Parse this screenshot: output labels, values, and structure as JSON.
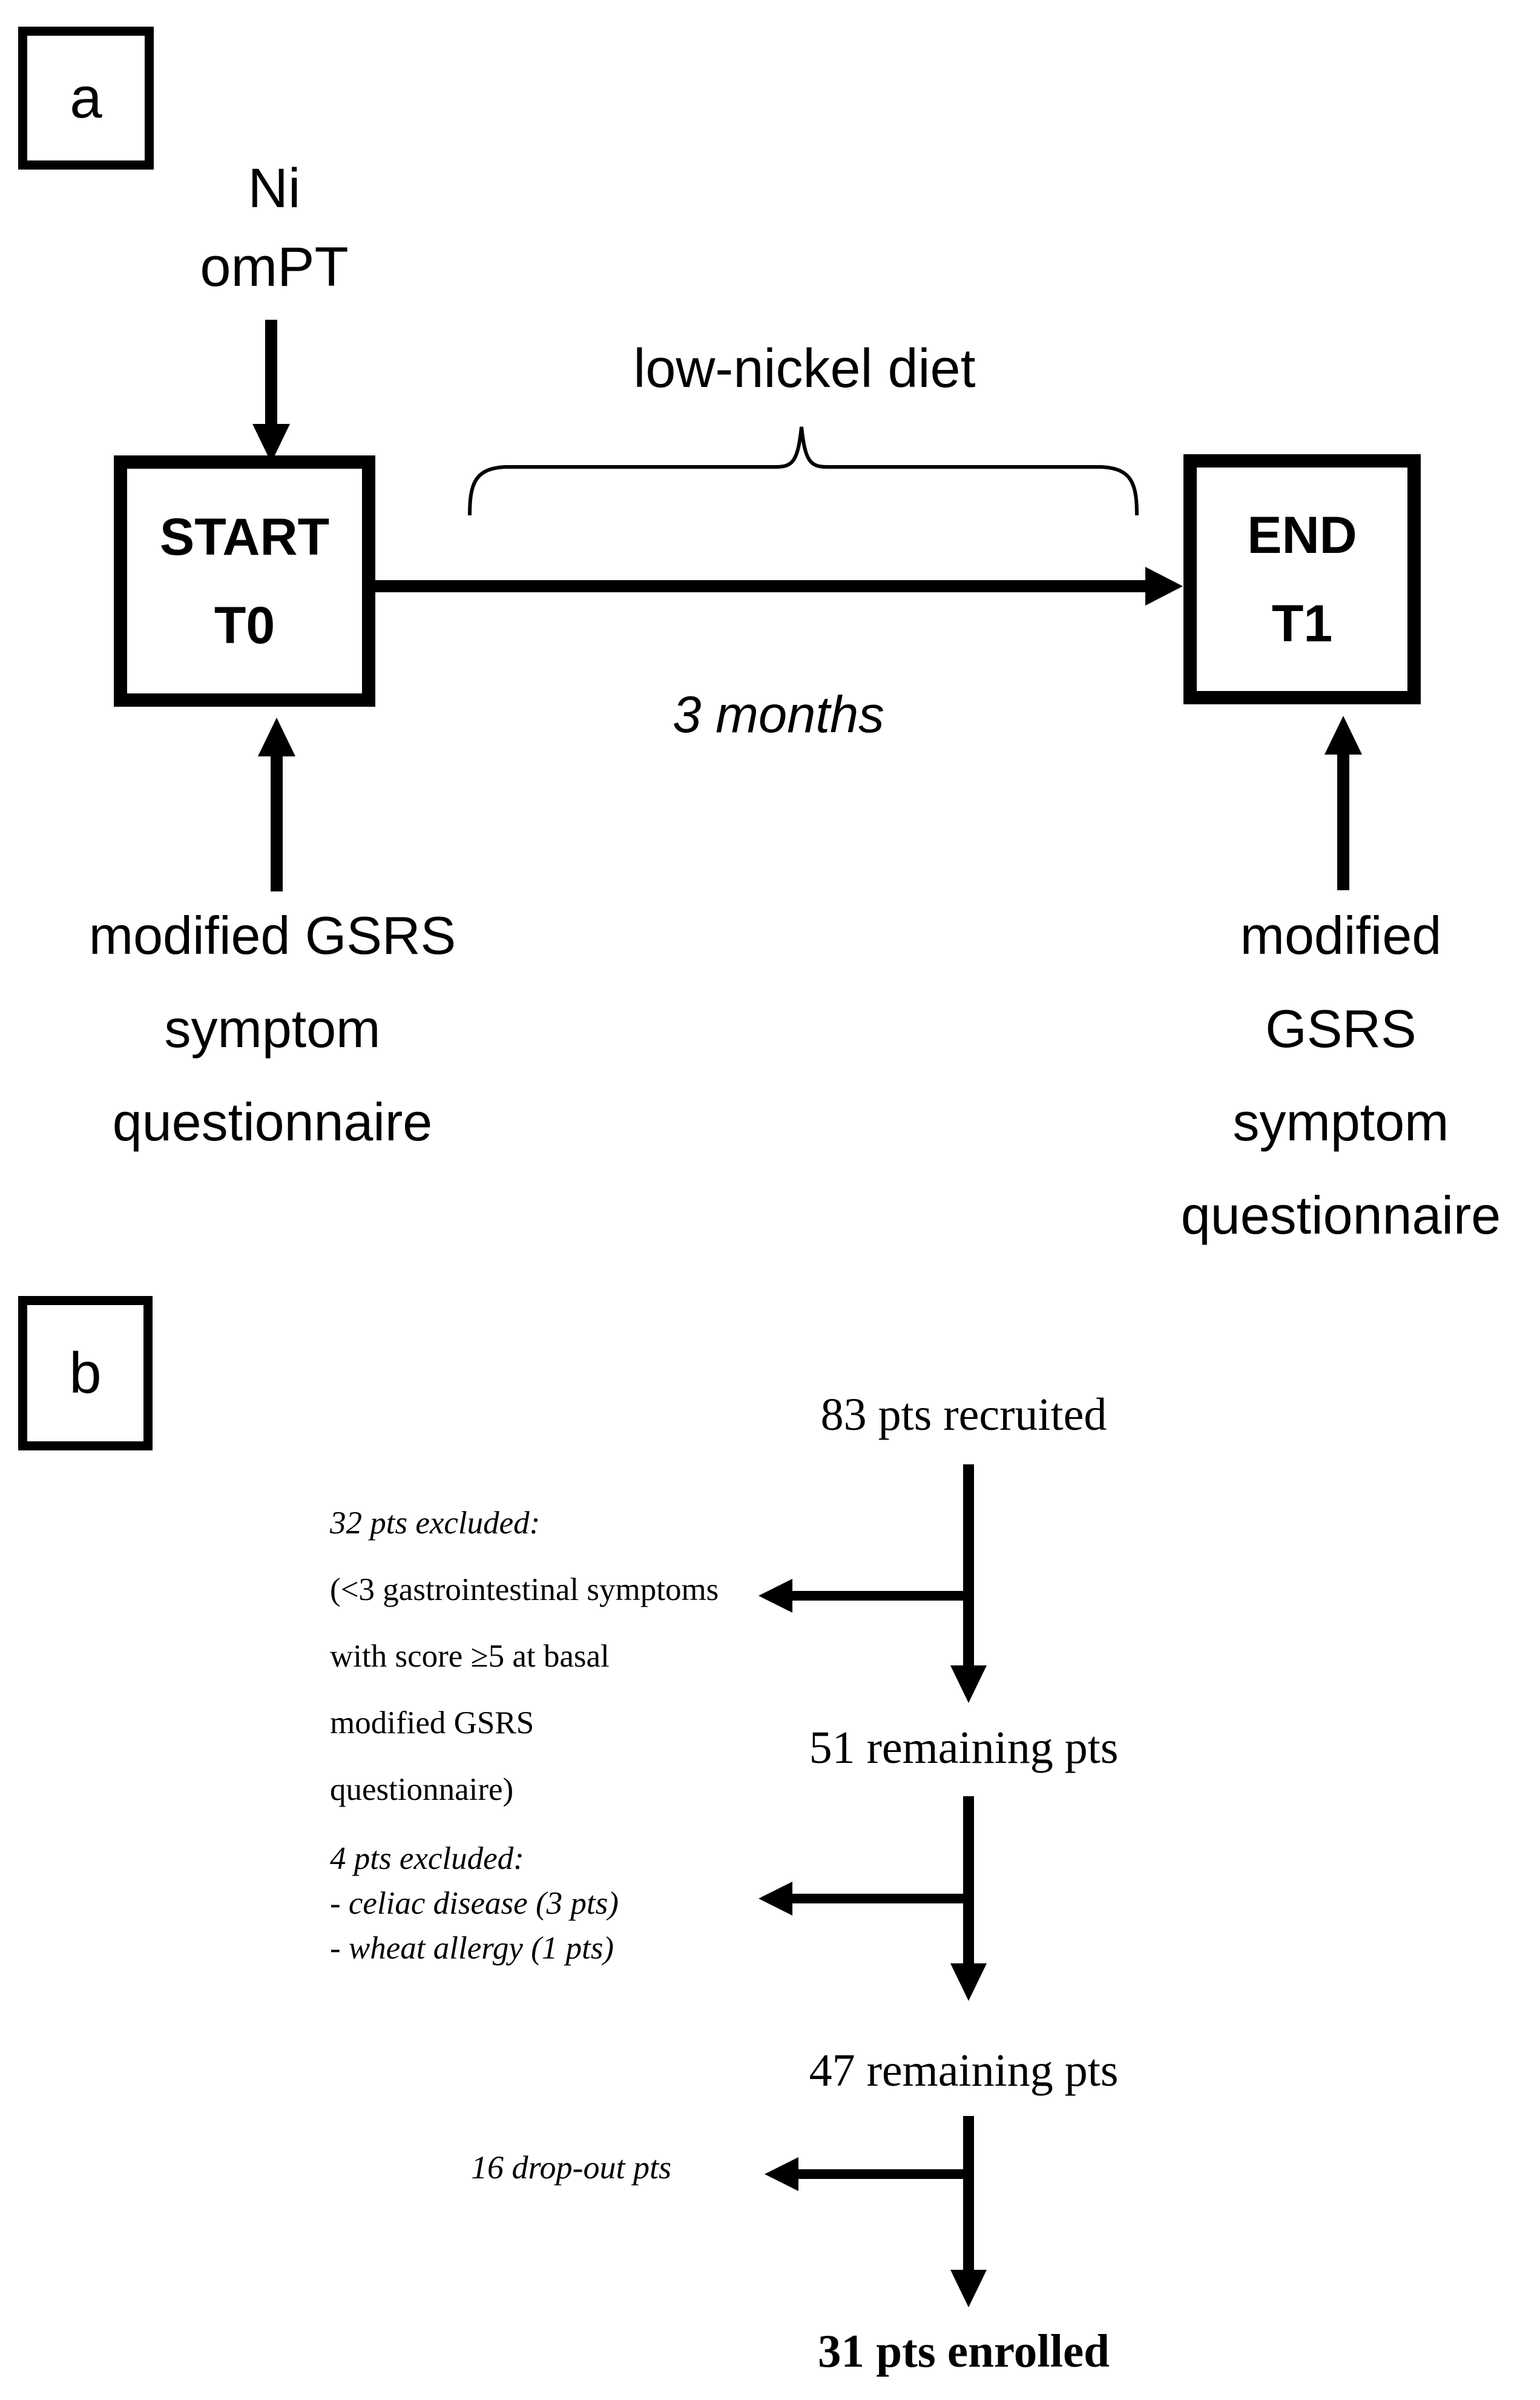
{
  "figure": {
    "ink_color": "#000000",
    "background_color": "#ffffff"
  },
  "panel_a": {
    "label": "a",
    "stimulus": {
      "line1": "Ni",
      "line2": "omPT"
    },
    "diet_label": "low-nickel diet",
    "duration_label": "3 months",
    "start_box": {
      "line1": "START",
      "line2": "T0"
    },
    "end_box": {
      "line1": "END",
      "line2": "T1"
    },
    "questionnaire_left": {
      "line1": "modified GSRS",
      "line2": "symptom",
      "line3": "questionnaire"
    },
    "questionnaire_right": {
      "line1": "modified GSRS",
      "line2": "symptom",
      "line3": "questionnaire"
    }
  },
  "panel_b": {
    "label": "b",
    "recruited": "83 pts recruited",
    "exclusion1": {
      "title": "32 pts excluded:",
      "lines": [
        "(<3 gastrointestinal symptoms",
        "with score ≥5 at basal",
        "modified GSRS",
        "questionnaire)"
      ]
    },
    "remaining1": "51 remaining pts",
    "exclusion2": {
      "title": "4 pts excluded:",
      "lines": [
        "- celiac disease (3 pts)",
        "- wheat allergy (1 pts)"
      ]
    },
    "remaining2": "47 remaining pts",
    "dropout": "16 drop-out pts",
    "enrolled": "31 pts enrolled"
  }
}
